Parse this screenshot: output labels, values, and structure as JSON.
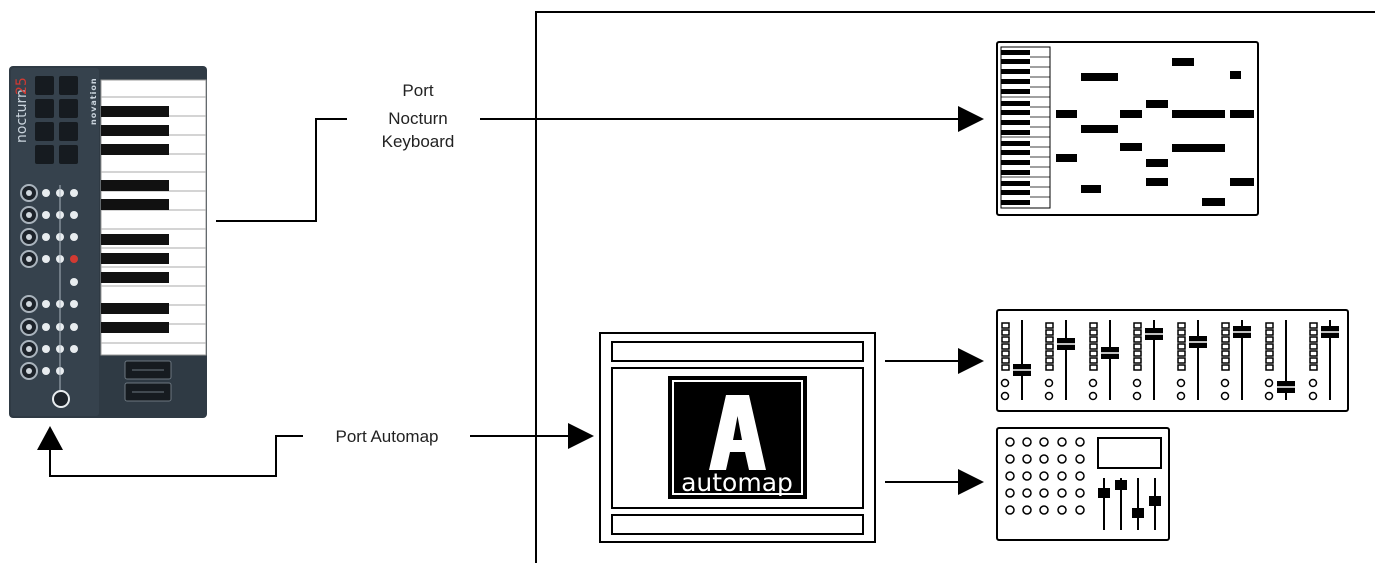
{
  "keyboard": {
    "brand_name": "nocturn",
    "brand_number": "25",
    "maker": "novation"
  },
  "labels": {
    "port_keyboard": [
      "Port",
      "Nocturn",
      "Keyboard"
    ],
    "port_automap": "Port Automap"
  },
  "automap_logo": {
    "letter": "A",
    "text": "automap"
  },
  "colors": {
    "line": "#000000",
    "keyboard_body": "#2f3a44",
    "accent_red": "#d23a32"
  },
  "icons": [
    "piano-roll-icon",
    "mixer-faders-icon",
    "control-surface-icon",
    "automap-logo-icon",
    "arrowhead-icon"
  ]
}
